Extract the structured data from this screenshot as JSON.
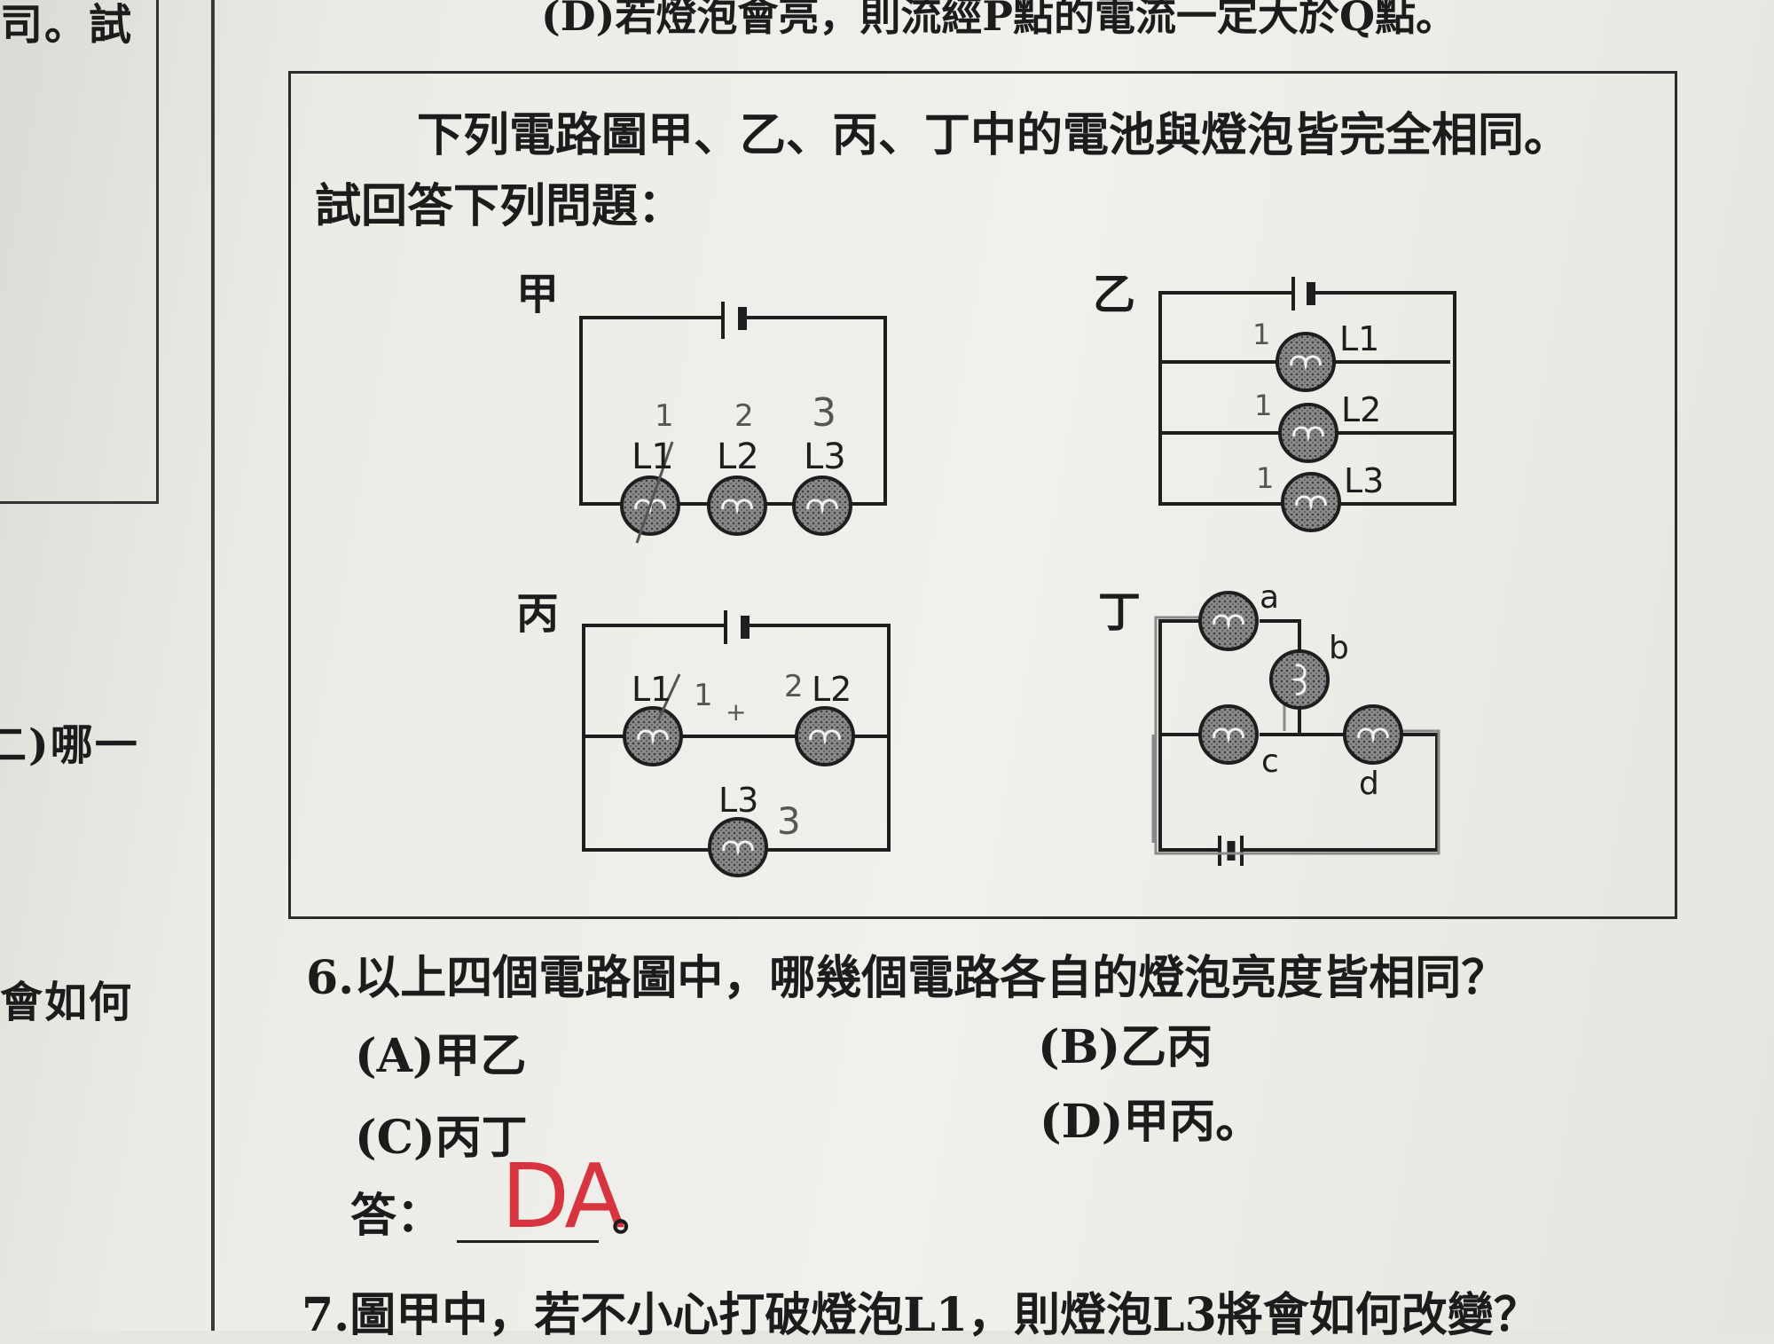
{
  "left_column": {
    "frag_top": "司。試",
    "frag_mid": "二)哪一",
    "frag_bottom": "會如何"
  },
  "top_line": "(D)若燈泡會亮，則流經P點的電流一定大於Q點。",
  "intro": {
    "line1": "下列電路圖甲、乙、丙、丁中的電池與燈泡皆完全相同。",
    "line2": "試回答下列問題："
  },
  "diagrams": {
    "jia": {
      "label": "甲",
      "bulbs": [
        "L1",
        "L2",
        "L3"
      ],
      "handwritten": [
        "1",
        "2",
        "3"
      ]
    },
    "yi": {
      "label": "乙",
      "bulbs": [
        "L1",
        "L2",
        "L3"
      ],
      "handwritten": [
        "1",
        "1",
        "1"
      ]
    },
    "bing": {
      "label": "丙",
      "bulbs": [
        "L1",
        "L2",
        "L3"
      ],
      "handwritten": [
        "1",
        "+",
        "2",
        "3"
      ]
    },
    "ding": {
      "label": "丁",
      "bulbs": [
        "a",
        "b",
        "c",
        "d"
      ]
    }
  },
  "question6": {
    "text": "6.以上四個電路圖中，哪幾個電路各自的燈泡亮度皆相同？",
    "options": [
      "(A)甲乙",
      "(B)乙丙",
      "(C)丙丁",
      "(D)甲丙。"
    ],
    "answer_label": "答：",
    "answer_handwritten": "DA",
    "answer_end": "。"
  },
  "question7": {
    "text": "7.圖甲中，若不小心打破燈泡L1，則燈泡L3將會如何改變？"
  },
  "colors": {
    "ink": "#1c1c1c",
    "red_pen": "#d8343f",
    "pencil": "#7a7a7a"
  }
}
